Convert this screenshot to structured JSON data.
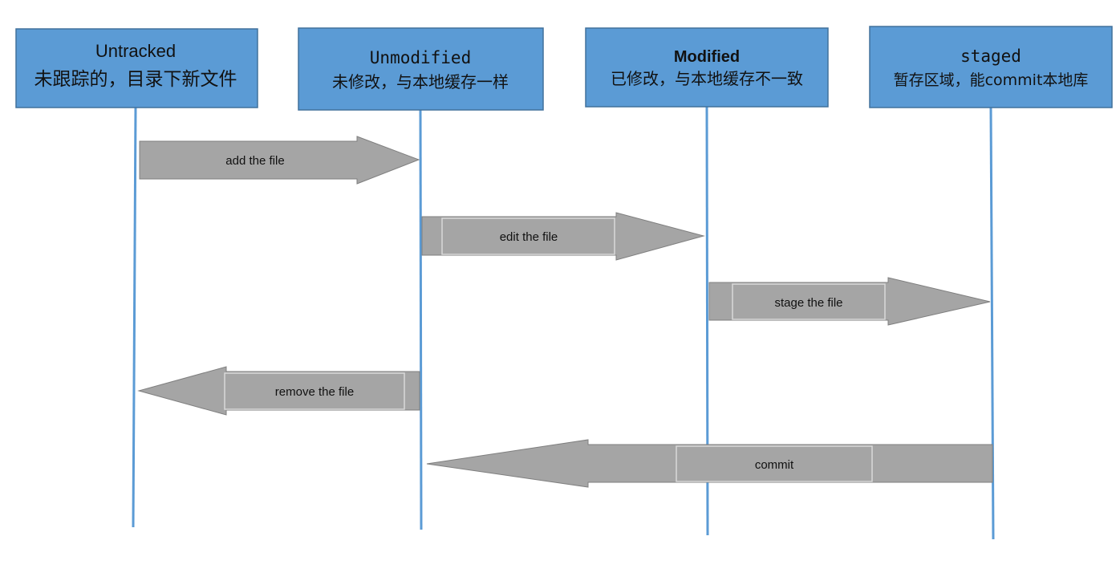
{
  "states": [
    {
      "id": "untracked",
      "title": "Untracked",
      "subtitle": "未跟踪的，目录下新文件"
    },
    {
      "id": "unmodified",
      "title": "Unmodified",
      "subtitle": "未修改，与本地缓存一样"
    },
    {
      "id": "modified",
      "title": "Modified",
      "subtitle": "已修改，与本地缓存不一致"
    },
    {
      "id": "staged",
      "title": "staged",
      "subtitle": "暂存区域，能commit本地库"
    }
  ],
  "transitions": [
    {
      "label": "add the file",
      "from": "untracked",
      "to": "unmodified"
    },
    {
      "label": "edit the file",
      "from": "unmodified",
      "to": "modified"
    },
    {
      "label": "stage the file",
      "from": "modified",
      "to": "staged"
    },
    {
      "label": "remove the file",
      "from": "unmodified",
      "to": "untracked"
    },
    {
      "label": "commit",
      "from": "staged",
      "to": "unmodified"
    }
  ],
  "colors": {
    "box_fill": "#5b9bd5",
    "box_border": "#41719c",
    "lifeline": "#5b9bd5",
    "arrow_fill": "#a5a5a5",
    "arrow_border": "#7f7f7f",
    "label_panel_border": "#d9d9d9"
  }
}
